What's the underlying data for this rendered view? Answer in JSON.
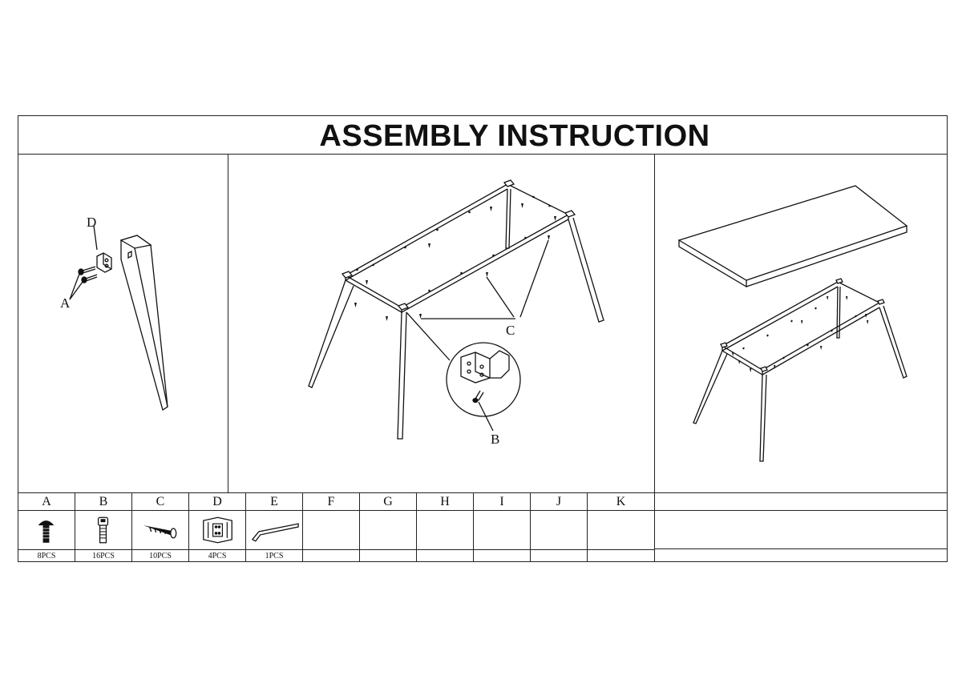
{
  "title": "ASSEMBLY INSTRUCTION",
  "step1": {
    "label_d": "D",
    "label_a": "A"
  },
  "step2": {
    "label_c": "C",
    "label_b": "B"
  },
  "parts": [
    {
      "letter": "A",
      "qty": "8PCS",
      "icon": "bolt-icon"
    },
    {
      "letter": "B",
      "qty": "16PCS",
      "icon": "socket-bolt-icon"
    },
    {
      "letter": "C",
      "qty": "10PCS",
      "icon": "wood-screw-icon"
    },
    {
      "letter": "D",
      "qty": "4PCS",
      "icon": "corner-bracket-icon"
    },
    {
      "letter": "E",
      "qty": "1PCS",
      "icon": "allen-key-icon"
    },
    {
      "letter": "F",
      "qty": "",
      "icon": ""
    },
    {
      "letter": "G",
      "qty": "",
      "icon": ""
    },
    {
      "letter": "H",
      "qty": "",
      "icon": ""
    },
    {
      "letter": "I",
      "qty": "",
      "icon": ""
    },
    {
      "letter": "J",
      "qty": "",
      "icon": ""
    },
    {
      "letter": "K",
      "qty": "",
      "icon": ""
    }
  ]
}
